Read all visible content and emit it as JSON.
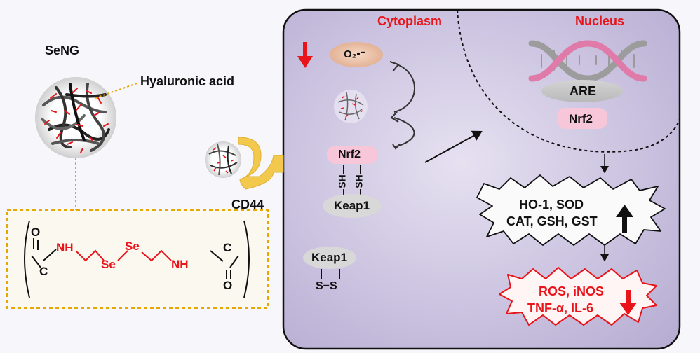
{
  "labels": {
    "seng": "SeNG",
    "hyaluronic_acid": "Hyaluronic acid",
    "cd44": "CD44",
    "cytoplasm": "Cytoplasm",
    "nucleus": "Nucleus",
    "superoxide": "O₂•⁻",
    "nrf2_cyto": "Nrf2",
    "sh": "SH",
    "keap1_bound": "Keap1",
    "keap1_free": "Keap1",
    "disulfide": "S−S",
    "are": "ARE",
    "nrf2_nuc": "Nrf2",
    "enzymes_line1": "HO-1, SOD",
    "enzymes_line2": "CAT, GSH, GST",
    "inflam_line1": "ROS, iNOS",
    "inflam_line2": "TNF-α, IL-6"
  },
  "structure": {
    "o_left_top": "O",
    "c_left": "C",
    "nh_left": "NH",
    "se_left": "Se",
    "se_right": "Se",
    "nh_right": "NH",
    "c_right": "C",
    "o_right_bottom": "O"
  },
  "colors": {
    "red": "#e8141a",
    "cell_fill": "#c6bfdc",
    "yellow": "#f2c94c",
    "pink": "#f8c6d9",
    "gray": "#d8d8d8"
  }
}
